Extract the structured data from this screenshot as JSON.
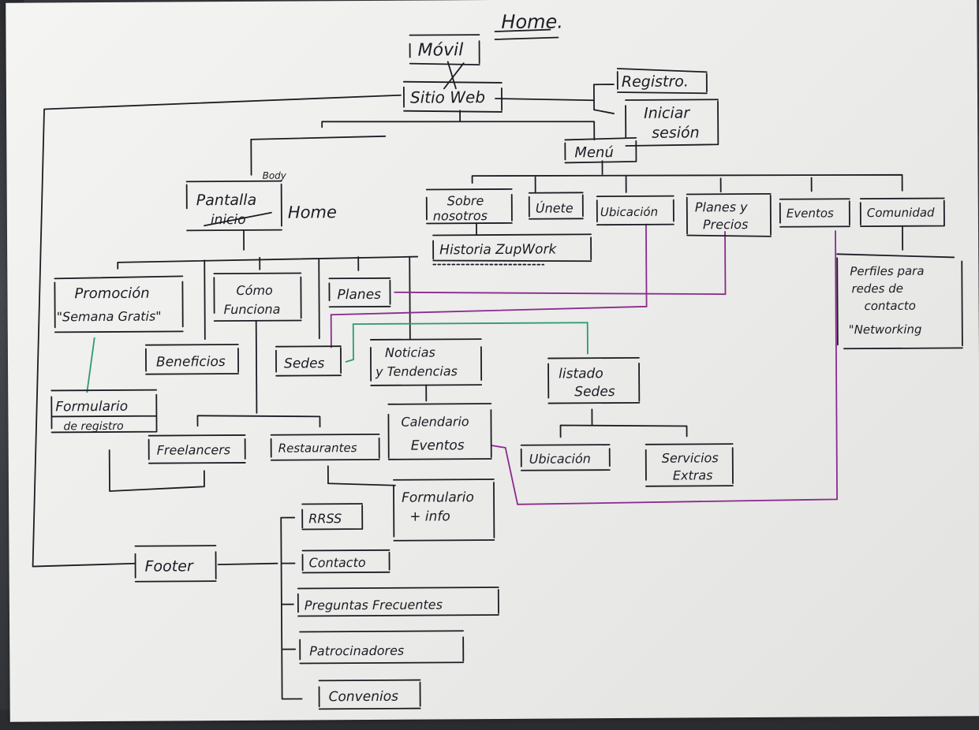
{
  "colors": {
    "ink": "#1c1c24",
    "purple": "#8a2a8f",
    "green": "#2f9a6e",
    "paper": "#f2f2f0"
  },
  "labels": {
    "home_title": "Home.",
    "movil": "Móvil",
    "sitio_web": "Sitio Web",
    "registro": "Registro.",
    "iniciar": "Iniciar",
    "sesion": "sesión",
    "menu": "Menú",
    "body": "Body",
    "pantalla": "Pantalla",
    "inicio": "inicio",
    "home_note": "Home",
    "sobre": "Sobre",
    "nosotros": "nosotros",
    "unete": "Únete",
    "ubicacion_menu": "Ubicación",
    "planes_y": "Planes y",
    "precios": "Precios",
    "eventos": "Eventos",
    "comunidad": "Comunidad",
    "historia": "Historia ZupWork",
    "perfiles_1": "Perfiles para",
    "perfiles_2": "redes de",
    "perfiles_3": "contacto",
    "perfiles_4": "\"Networking",
    "promocion_1": "Promoción",
    "promocion_2": "\"Semana Gratis\"",
    "como_1": "Cómo",
    "como_2": "Funciona",
    "planes": "Planes",
    "beneficios": "Beneficios",
    "sedes": "Sedes",
    "noticias_1": "Noticias",
    "noticias_2": "y Tendencias",
    "listado": "listado",
    "listado_sedes": "Sedes",
    "formulario_1": "Formulario",
    "formulario_2": "de registro",
    "calendario_1": "Calendario",
    "calendario_2": "Eventos",
    "freelancers": "Freelancers",
    "restaurantes": "Restaurantes",
    "ubicacion_sedes": "Ubicación",
    "servicios_1": "Servicios",
    "servicios_2": "Extras",
    "form_info_1": "Formulario",
    "form_info_2": "+ info",
    "footer": "Footer",
    "rrss": "RRSS",
    "contacto": "Contacto",
    "preguntas": "Preguntas Frecuentes",
    "patrocinadores": "Patrocinadores",
    "convenios": "Convenios"
  }
}
